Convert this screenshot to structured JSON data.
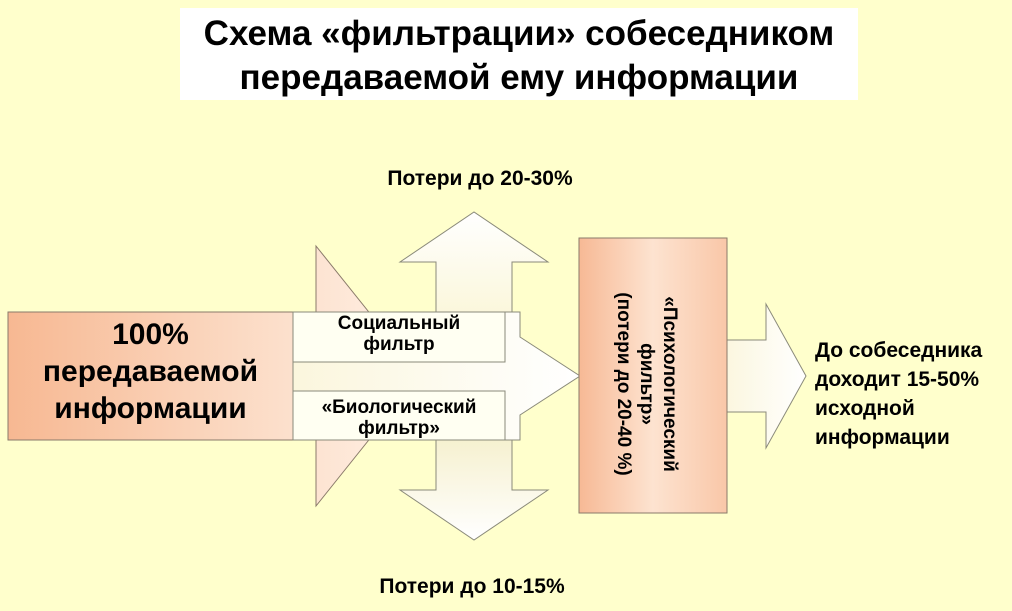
{
  "title": {
    "line1": "Схема «фильтрации» собеседником",
    "line2": "передаваемой ему информации"
  },
  "losses": {
    "top": "Потери до 20-30%",
    "bottom": "Потери до 10-15%"
  },
  "source": {
    "line1": "100%",
    "line2": "передаваемой",
    "line3": "информации"
  },
  "social_filter": {
    "line1": "Социальный",
    "line2": "фильтр"
  },
  "biological_filter": {
    "line1": "«Биологический",
    "line2": "фильтр»"
  },
  "psychological_filter": {
    "line1": "«Психологический",
    "line2": "фильтр»",
    "line3": "(потери до 20-40 %)"
  },
  "result": {
    "line1": "До собеседника",
    "line2": "доходит 15-50%",
    "line3": "исходной",
    "line4": "информации"
  },
  "colors": {
    "background": "#ffffcc",
    "peach": "#f8c7a5",
    "cream": "#fffff0",
    "outline": "#7a7a7a"
  }
}
